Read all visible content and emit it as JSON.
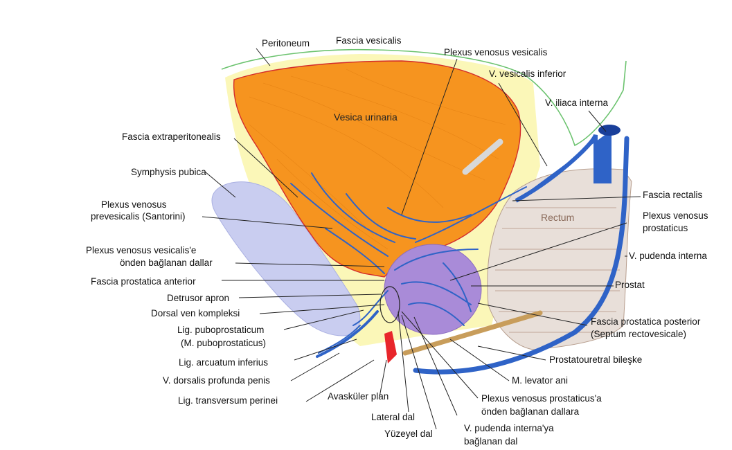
{
  "organs": {
    "bladder": "Vesica urinaria",
    "rectum": "Rectum"
  },
  "labels": {
    "peritoneum": "Peritoneum",
    "fascia_vesicalis": "Fascia vesicalis",
    "plexus_venosus_vesicalis": "Plexus venosus vesicalis",
    "v_vesicalis_inferior": "V. vesicalis inferior",
    "v_iliaca_interna": "V. iliaca interna",
    "fascia_extraperitonealis": "Fascia extraperitonealis",
    "symphysis_pubica": "Symphysis pubica",
    "plexus_prevesicalis_line1": "Plexus venosus",
    "plexus_prevesicalis_line2": "prevesicalis (Santorini)",
    "onden_baglanan_line1": "Plexus venosus vesicalis'e",
    "onden_baglanan_line2": "önden bağlanan dallar",
    "fascia_prostatica_anterior": "Fascia prostatica anterior",
    "detrusor_apron": "Detrusor apron",
    "dorsal_ven_kompleksi": "Dorsal ven kompleksi",
    "lig_puboprostaticum_line1": "Lig. puboprostaticum",
    "lig_puboprostaticum_line2": "(M. puboprostaticus)",
    "lig_arcuatum_inferius": "Lig. arcuatum inferius",
    "v_dorsalis_profunda_penis": "V. dorsalis profunda penis",
    "lig_transversum_perinei": "Lig. transversum perinei",
    "avaskuler_plan": "Avasküler plan",
    "lateral_dal": "Lateral dal",
    "yuzeyel_dal": "Yüzeyel dal",
    "v_pudenda_interna_ya_line1": "V. pudenda interna'ya",
    "v_pudenda_interna_ya_line2": "bağlanan dal",
    "plexus_prostaticus_a_line1": "Plexus venosus prostaticus'a",
    "plexus_prostaticus_a_line2": "önden bağlanan dallara",
    "m_levator_ani": "M. levator ani",
    "prostatouretral_bileske": "Prostatouretral bileşke",
    "fascia_prostatica_posterior_line1": "Fascia prostatica posterior",
    "fascia_prostatica_posterior_line2": "(Septum rectovesicale)",
    "prostat": "Prostat",
    "v_pudenda_interna": "V. pudenda interna",
    "plexus_venosus_prostaticus_line1": "Plexus venosus",
    "plexus_venosus_prostaticus_line2": "prostaticus",
    "fascia_rectalis": "Fascia rectalis"
  },
  "colors": {
    "bladder": "#f6941f",
    "prostate": "#a98bd8",
    "rectum": "#e8dfd9",
    "symphysis": "#c9cdf0",
    "fascia_fill": "#fbf7b8",
    "vein": "#2f63c7",
    "fascia_line": "#d42c2c",
    "peritoneum_line": "#6cc36f"
  }
}
